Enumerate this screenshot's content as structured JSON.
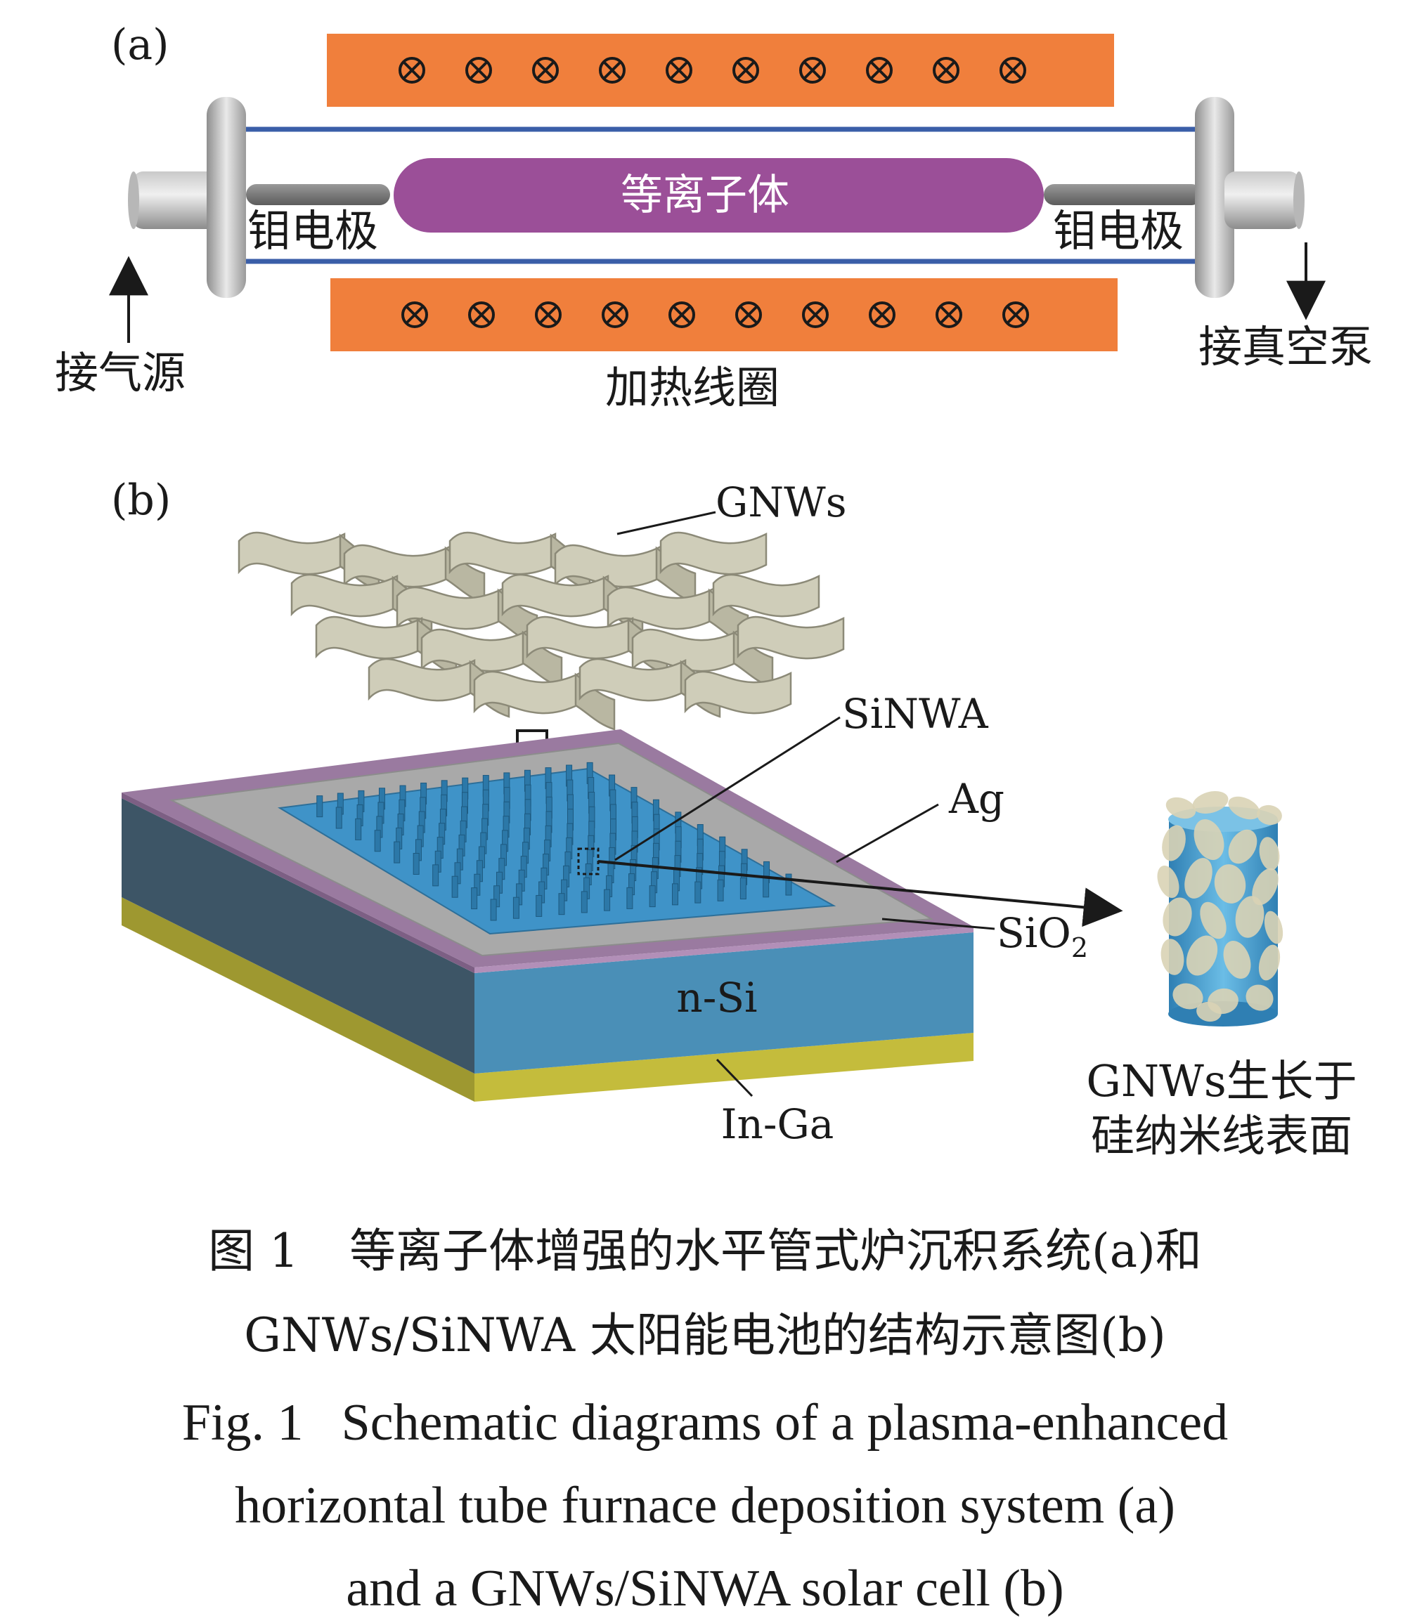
{
  "panel_a": {
    "label": "(a)",
    "plasma": "等离子体",
    "electrode_left": "钼电极",
    "electrode_right": "钼电极",
    "gas_source": "接气源",
    "vacuum_pump": "接真空泵",
    "heating_coil": "加热线圈",
    "coil_symbol": "⊗",
    "colors": {
      "coil": "#f07f3c",
      "plasma": "#9b4f98",
      "tube_line": "#3a5ea8",
      "flange": "#b9b9b9"
    }
  },
  "panel_b": {
    "label": "(b)",
    "gnws": "GNWs",
    "sinwa": "SiNWA",
    "ag": "Ag",
    "sio2_main": "SiO",
    "sio2_sub": "2",
    "n_si": "n-Si",
    "in_ga": "In-Ga",
    "inset_line1": "GNWs生长于",
    "inset_line2": "硅纳米线表面",
    "colors": {
      "silicon": "#4a8fb7",
      "silicon_dark": "#3d5566",
      "sio2": "#9a7aa0",
      "ag": "#a9a9a9",
      "in_ga": "#c4bc3c",
      "gnws": "#cfcdb9",
      "nanowire": "#3f93c8"
    }
  },
  "caption": {
    "cn_fig_num": "图 1",
    "cn_line1": "等离子体增强的水平管式炉沉积系统(a)和",
    "cn_line2": "GNWs/SiNWA 太阳能电池的结构示意图(b)",
    "en_fig_num": "Fig. 1",
    "en_line1": "Schematic diagrams of a plasma-enhanced",
    "en_line2": "horizontal tube furnace deposition system (a)",
    "en_line3": "and a GNWs/SiNWA solar cell (b)"
  }
}
